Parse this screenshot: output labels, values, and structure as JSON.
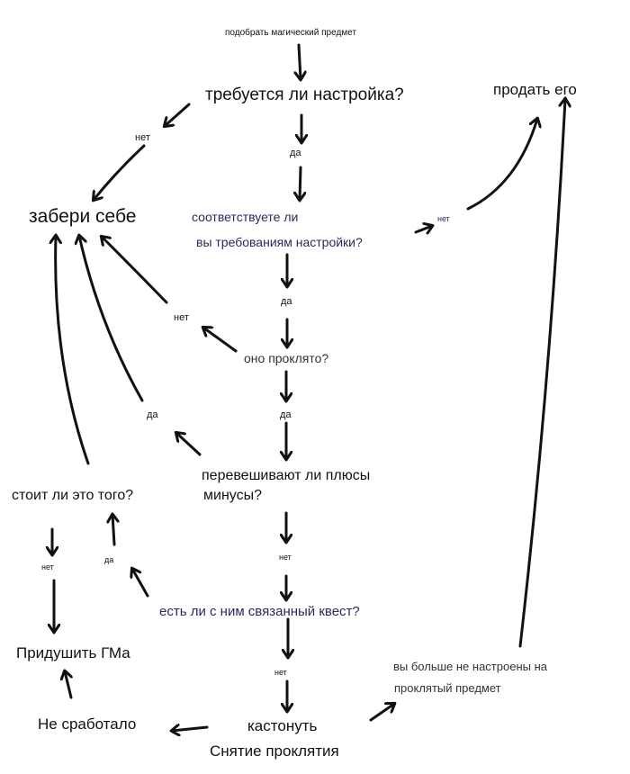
{
  "nodes": {
    "start": "подобрать магический предмет",
    "needs_attunement": "требуется ли настройка?",
    "sell": "продать его",
    "keep": "забери себе",
    "meet_req_1": "соответствуете ли",
    "meet_req_2": "вы требованиям настройки?",
    "cursed": "оно проклято?",
    "pros_1": "перевешивают ли плюсы",
    "pros_2": "минусы?",
    "worth_it": "стоит ли это того?",
    "quest": "есть ли с ним связанный квест?",
    "strangle_gm": "Придушить ГМа",
    "no_longer_1": "вы больше не настроены на",
    "no_longer_2": "проклятый предмет",
    "failed": "Не сработало",
    "cast_1": "кастонуть",
    "cast_2": "Снятие проклятия"
  },
  "labels": {
    "no_1": "нет",
    "yes_1": "да",
    "no_2": "нет",
    "yes_2": "да",
    "no_3": "нет",
    "yes_3": "да",
    "yes_4": "да",
    "no_4": "нет",
    "yes_5": "да",
    "no_5": "нет",
    "no_6": "нет"
  },
  "colors": {
    "ink": "#111111",
    "question": "#2a2a5c"
  }
}
